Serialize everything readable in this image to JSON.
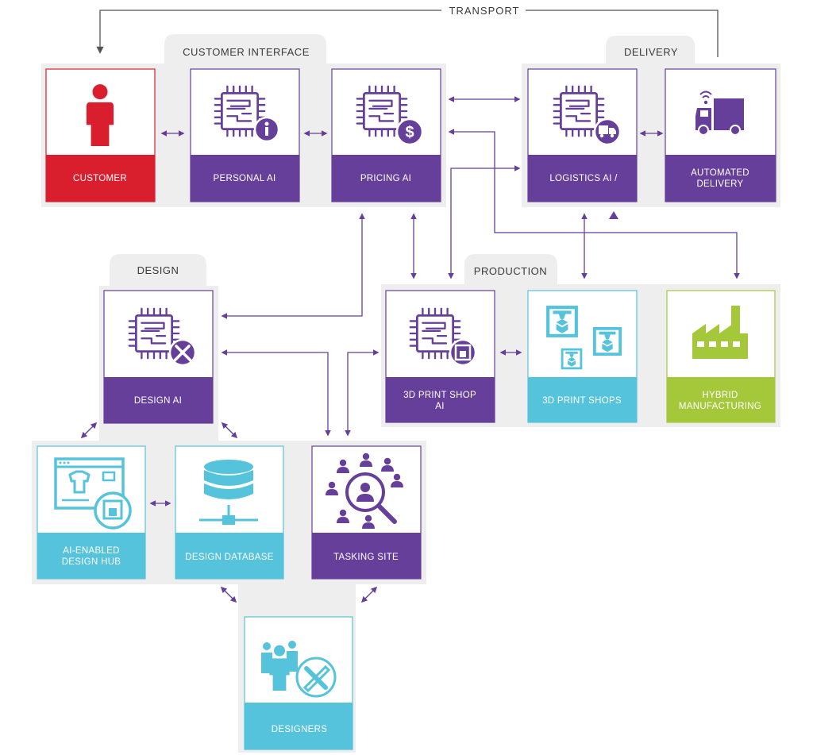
{
  "diagram": {
    "transport_label": "TRANSPORT",
    "groups": {
      "customer_interface": "CUSTOMER INTERFACE",
      "delivery": "DELIVERY",
      "design": "DESIGN",
      "production": "PRODUCTION"
    },
    "cards": {
      "customer": "CUSTOMER",
      "personal_ai": "PERSONAL AI",
      "pricing_ai": "PRICING AI",
      "logistics_ai": "LOGISTICS AI /",
      "automated_delivery": [
        "AUTOMATED",
        "DELIVERY"
      ],
      "design_ai": "DESIGN AI",
      "print_shop_ai": [
        "3D PRINT SHOP",
        "AI"
      ],
      "print_shops": "3D PRINT SHOPS",
      "hybrid_manufacturing": [
        "HYBRID",
        "MANUFACTURING"
      ],
      "design_hub": [
        "AI-ENABLED",
        "DESIGN HUB"
      ],
      "design_database": "DESIGN DATABASE",
      "tasking_site": "TASKING SITE",
      "designers": "DESIGNERS"
    },
    "colors": {
      "purple": "#653f99",
      "red": "#d91f2e",
      "cyan": "#56c3dc",
      "green": "#a5c83b",
      "panel": "#eeeeef",
      "chip": "#653f99"
    },
    "icons": {
      "customer": "person-icon",
      "personal_ai": "chip-info-icon",
      "pricing_ai": "chip-dollar-icon",
      "logistics_ai": "chip-truck-icon",
      "automated_delivery": "connected-truck-icon",
      "design_ai": "chip-pencil-ruler-icon",
      "print_shop_ai": "chip-printer-icon",
      "print_shops": "3d-printers-icon",
      "hybrid_manufacturing": "factory-icon",
      "design_hub": "browser-design-icon",
      "design_database": "database-icon",
      "tasking_site": "people-search-icon",
      "designers": "designers-icon"
    }
  }
}
